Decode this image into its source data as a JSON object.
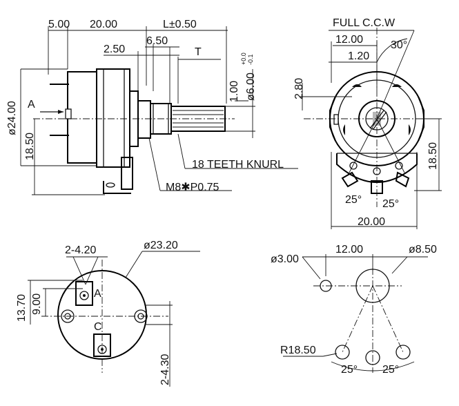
{
  "top_left_view": {
    "dim_5_00": "5.00",
    "dim_20_00": "20.00",
    "dim_l": "L±0.50",
    "dim_6_50": "6.50",
    "dim_2_50": "2.50",
    "dim_t": "T",
    "dim_1_00": "1.00",
    "dim_shaft_dia": "ø6.00",
    "dim_shaft_tol_upper": "+0.0",
    "dim_shaft_tol_lower": "-0.1",
    "dim_24_00": "ø24.00",
    "dim_18_50": "18.50",
    "label_a": "A",
    "label_knurl": "18 TEETH KNURL",
    "label_thread": "M8✱P0.75"
  },
  "top_right_view": {
    "label_full_ccw": "FULL C.C.W",
    "dim_12_00": "12.00",
    "dim_1_20": "1.20",
    "dim_angle": "30°",
    "dim_2_80": "2.80",
    "dim_18_50": "18.50",
    "dim_20_00": "20.00",
    "angle_left": "25°",
    "angle_right": "25°"
  },
  "bottom_left_view": {
    "dim_holes": "2-4.20",
    "dim_dia": "ø23.20",
    "dim_13_70": "13.70",
    "dim_9_00": "9.00",
    "label_a": "A",
    "label_c": "C",
    "dim_bottom": "2-4.30"
  },
  "bottom_right_view": {
    "dim_small_hole": "ø3.00",
    "dim_12_00": "12.00",
    "dim_big_hole": "ø8.50",
    "dim_radius": "R18.50",
    "angle_left": "25°",
    "angle_right": "25°"
  }
}
